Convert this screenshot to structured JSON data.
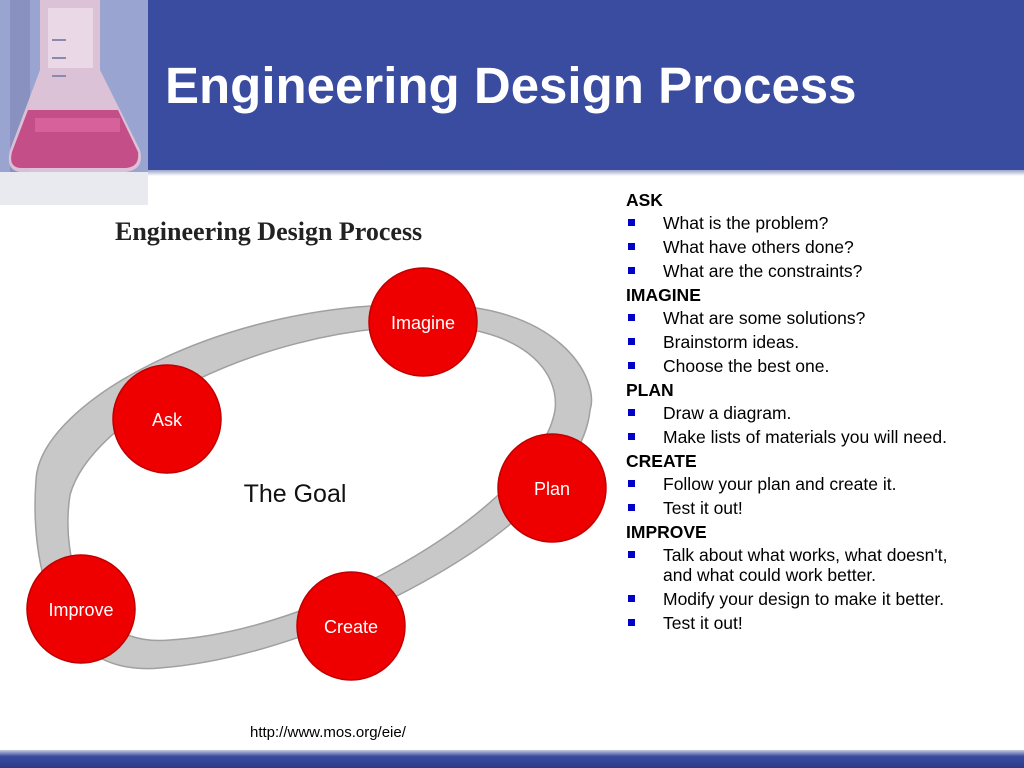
{
  "slide": {
    "title": "Engineering Design Process",
    "source_url": "http://www.mos.org/eie/"
  },
  "diagram": {
    "heading": "Engineering Design Process",
    "center_label": "The Goal",
    "stages": [
      {
        "id": "imagine",
        "label": "Imagine"
      },
      {
        "id": "ask",
        "label": "Ask"
      },
      {
        "id": "plan",
        "label": "Plan"
      },
      {
        "id": "improve",
        "label": "Improve"
      },
      {
        "id": "create",
        "label": "Create"
      }
    ],
    "colors": {
      "circle": "#ee0000",
      "ring": "#c8c8c8",
      "ring_outline": "#a0a0a0"
    }
  },
  "colors": {
    "header": "#3a4ca0",
    "bullet": "#0000c8"
  },
  "sections": [
    {
      "heading": "ASK",
      "items": [
        "What is the problem?",
        "What have others done?",
        "What are the constraints?"
      ]
    },
    {
      "heading": "IMAGINE",
      "items": [
        "What are some solutions?",
        "Brainstorm ideas.",
        "Choose the best one."
      ]
    },
    {
      "heading": "PLAN",
      "items": [
        "Draw a diagram.",
        "Make lists of materials you will need."
      ]
    },
    {
      "heading": "CREATE",
      "items": [
        "Follow your plan and create it.",
        "Test it out!"
      ]
    },
    {
      "heading": "IMPROVE",
      "items": [
        "Talk about what works, what doesn't, and what could work better.",
        "Modify your design to make it better.",
        "Test it out!"
      ]
    }
  ]
}
